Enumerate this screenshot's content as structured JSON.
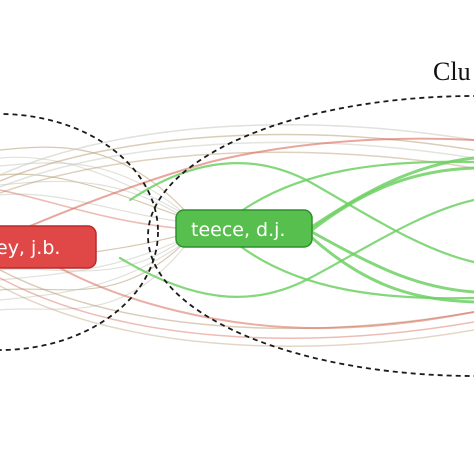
{
  "diagram": {
    "cluster_label": "Clu",
    "nodes": [
      {
        "id": "left",
        "label": "ey, j.b.",
        "color": "#e04848",
        "border": "#b82a2a"
      },
      {
        "id": "right",
        "label": "teece, d.j.",
        "color": "#56bf4e",
        "border": "#2f8f2a"
      }
    ],
    "edge_colors": {
      "red_link": "#d86b5a",
      "olive_link": "#b79a72",
      "green_link": "#6fd064",
      "grey_link": "#c7c9bd"
    }
  }
}
